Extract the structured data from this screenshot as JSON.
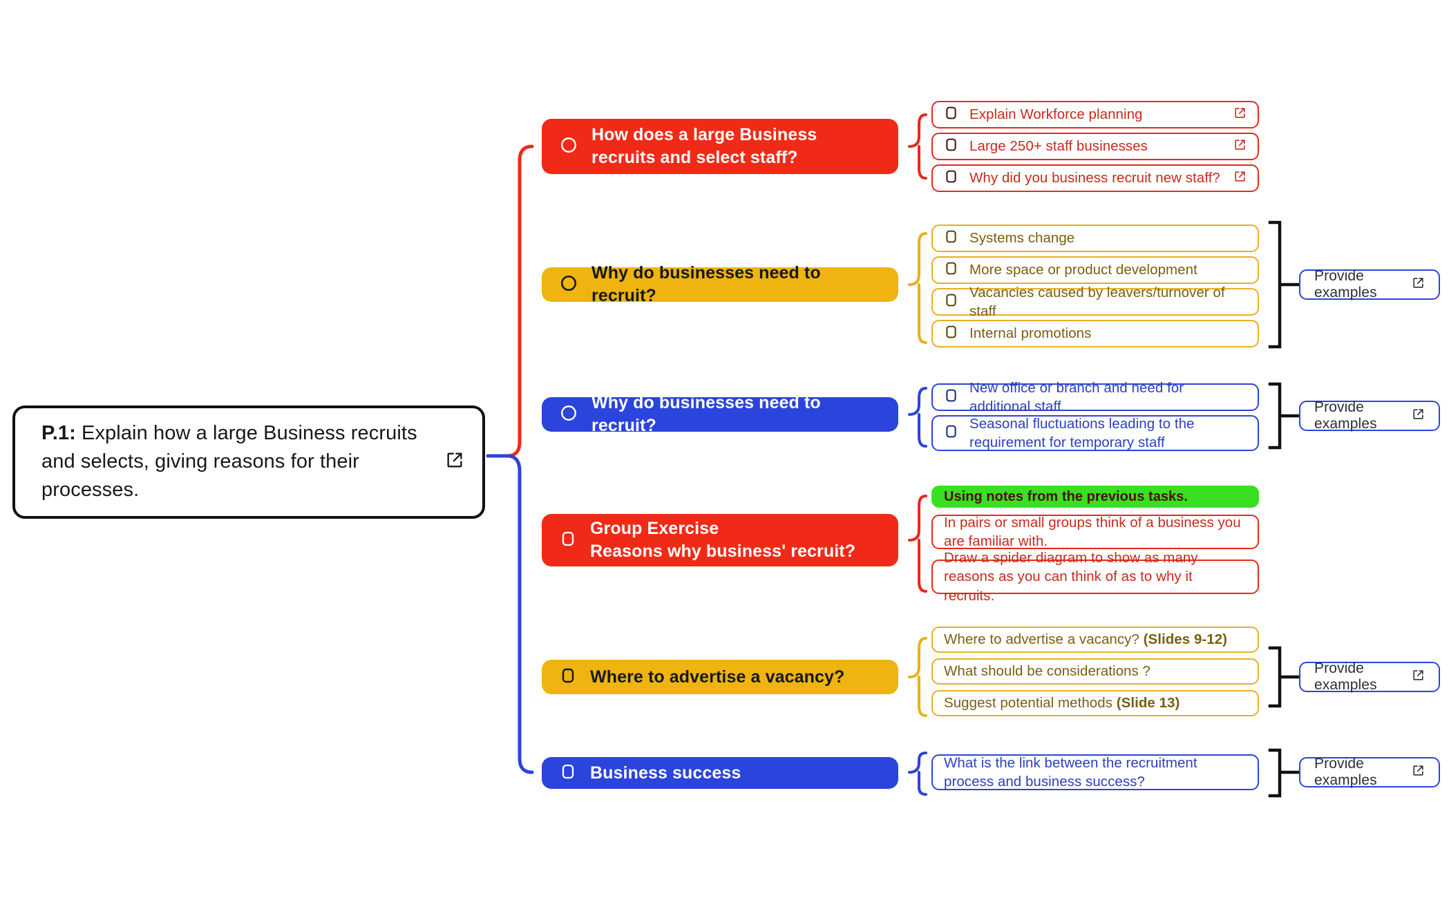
{
  "colors": {
    "red": "#F02A17",
    "red_border": "#E8291A",
    "red_text": "#C62A1C",
    "yellow": "#EFB410",
    "yellow_border": "#E8B020",
    "yellow_text": "#7A5E10",
    "blue": "#2B44DB",
    "blue_border": "#2B44DB",
    "blue_text": "#2B3FBE",
    "green": "#3ADF22",
    "green_text": "#4A1008",
    "black": "#111111",
    "white": "#FFFFFF"
  },
  "root": {
    "prefix": "P.1:",
    "text": " Explain how a large Business recruits and selects, giving reasons for their processes.",
    "link_icon": "external-link-icon"
  },
  "branches": [
    {
      "id": "how-large-business-recruits",
      "label": "How does a large Business recruits and select staff?",
      "color": "red",
      "icon": "circle-icon",
      "children": [
        {
          "text": "Explain Workforce planning",
          "checkbox": true,
          "link": true
        },
        {
          "text": "Large 250+ staff businesses",
          "checkbox": true,
          "link": true
        },
        {
          "text": "Why did you business recruit new staff?",
          "checkbox": true,
          "link": true
        }
      ],
      "provide_examples": null
    },
    {
      "id": "why-recruit-yellow",
      "label": "Why do businesses need to recruit?",
      "color": "yellow",
      "icon": "circle-icon",
      "children": [
        {
          "text": "Systems change",
          "checkbox": true,
          "link": false
        },
        {
          "text": "More space or product development",
          "checkbox": true,
          "link": false
        },
        {
          "text": "Vacancies caused by leavers/turnover of staff",
          "checkbox": true,
          "link": false
        },
        {
          "text": "Internal promotions",
          "checkbox": true,
          "link": false
        }
      ],
      "provide_examples": "Provide examples"
    },
    {
      "id": "why-recruit-blue",
      "label": "Why do businesses need to recruit?",
      "color": "blue",
      "icon": "circle-icon",
      "children": [
        {
          "text": "New office or branch and need for additional staff",
          "checkbox": true,
          "link": false
        },
        {
          "text": "Seasonal fluctuations leading to the requirement for temporary staff",
          "checkbox": true,
          "link": false
        }
      ],
      "provide_examples": "Provide examples"
    },
    {
      "id": "group-exercise",
      "label": "Group Exercise\nReasons why business' recruit?",
      "color": "red",
      "icon": "rounded-square-icon",
      "children": [
        {
          "text": "Using notes from the previous tasks.",
          "checkbox": false,
          "link": false,
          "highlight": "green"
        },
        {
          "text": "In pairs or small groups think of a business you are familiar with.",
          "checkbox": false,
          "link": false
        },
        {
          "text": "Draw a spider diagram to show as many reasons as you can think of as to why it recruits.",
          "checkbox": false,
          "link": false
        }
      ],
      "provide_examples": null
    },
    {
      "id": "where-to-advertise",
      "label": "Where to advertise a vacancy?",
      "color": "yellow",
      "icon": "rounded-square-icon",
      "children": [
        {
          "text": "Where to advertise a vacancy? ",
          "bold_suffix": "(Slides 9-12)",
          "checkbox": false,
          "link": false
        },
        {
          "text": "What should be considerations ?",
          "checkbox": false,
          "link": false
        },
        {
          "text": "Suggest potential methods ",
          "bold_suffix": "(Slide 13)",
          "checkbox": false,
          "link": false
        }
      ],
      "provide_examples": "Provide examples"
    },
    {
      "id": "business-success",
      "label": "Business success",
      "color": "blue",
      "icon": "rounded-square-icon",
      "children": [
        {
          "text": "What is the link between the recruitment process and business success?",
          "checkbox": false,
          "link": false
        }
      ],
      "provide_examples": "Provide examples"
    }
  ]
}
